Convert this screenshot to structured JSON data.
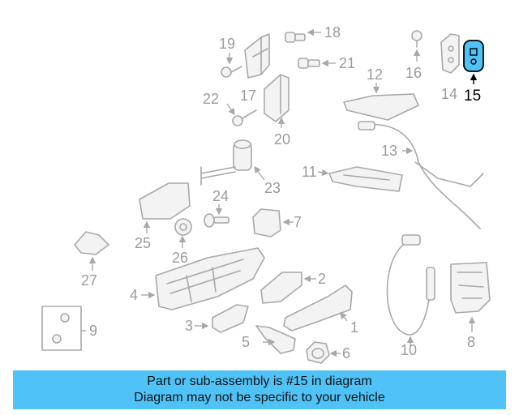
{
  "callouts": {
    "c1": "1",
    "c2": "2",
    "c3": "3",
    "c4": "4",
    "c5": "5",
    "c6": "6",
    "c7": "7",
    "c8": "8",
    "c9": "9",
    "c10": "10",
    "c11": "11",
    "c12": "12",
    "c13": "13",
    "c14": "14",
    "c15": "15",
    "c16": "16",
    "c17": "17",
    "c18": "18",
    "c19": "19",
    "c20": "20",
    "c21": "21",
    "c22": "22",
    "c23": "23",
    "c24": "24",
    "c25": "25",
    "c26": "26",
    "c27": "27"
  },
  "highlighted_part": "15",
  "colors": {
    "highlight_fill": "#4fc3f7",
    "banner": "#4fc3f7",
    "part_line": "#a8a8a8"
  },
  "banner": {
    "line1": "Part or sub-assembly is #15 in diagram",
    "line2": "Diagram may not be specific to your vehicle"
  }
}
